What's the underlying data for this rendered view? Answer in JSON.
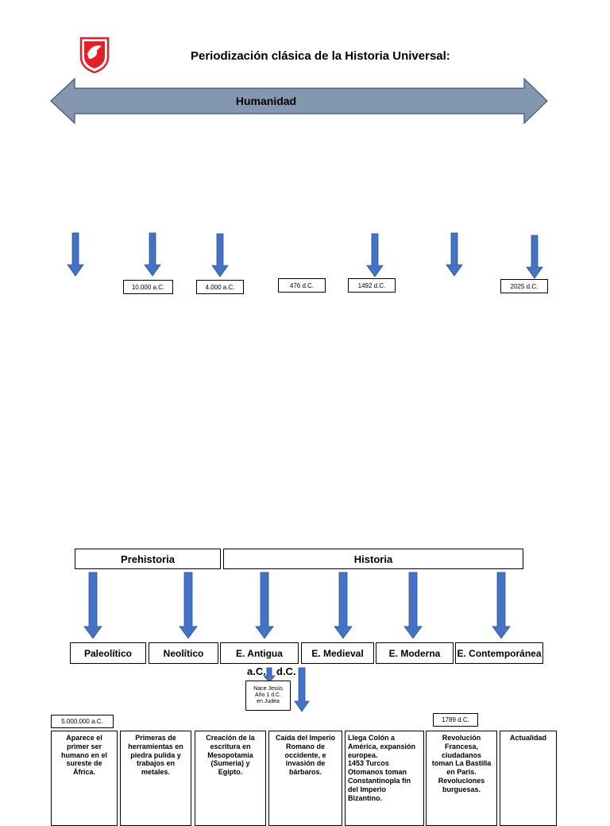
{
  "title": "Periodización clásica de la Historia Universal:",
  "banner_label": "Humanidad",
  "colors": {
    "arrow_blue": "#4472c4",
    "arrow_stroke": "#2f528f",
    "banner_fill": "#8497b0",
    "logo_red": "#e3202a"
  },
  "logo": {
    "icon": "dove-shield-logo"
  },
  "top_dates": [
    "10.000 a.C.",
    "4.000 a.C.",
    "476 d.C.",
    "1492 d.C.",
    "2025 d.C."
  ],
  "divisions": {
    "prehistoria": "Prehistoria",
    "historia": "Historia"
  },
  "eras": [
    "Paleolítico",
    "Neolítico",
    "E. Antigua",
    "E. Medieval",
    "E. Moderna",
    "E. Contemporánea"
  ],
  "ac_label": "a.C.",
  "dc_label": "d.C.",
  "jesus_note": [
    "Nace Jesús",
    "Año 1 d.C.",
    "en Judea"
  ],
  "bottom_dates": {
    "start": "5.000.000 a.C.",
    "revolution": "1789 d.C."
  },
  "descriptions": [
    [
      "Aparece el",
      "primer ser",
      "humano en el",
      "sureste de",
      "África."
    ],
    [
      "Primeras de",
      "herramientas en",
      "piedra pulida y",
      "trabajos en",
      "metales."
    ],
    [
      "Creación de la",
      "escritura en",
      "Mesopotamia",
      "(Sumeria) y",
      "Egipto."
    ],
    [
      "Caída del Imperio",
      "Romano de",
      "occidente, e",
      "invasión de",
      "bárbaros."
    ],
    [
      "Llega Colón a",
      "América, expansión",
      "europea.",
      " 1453 Turcos",
      "Otomanos toman",
      "Constantinopla fin",
      "del Imperio",
      "Bizantino."
    ],
    [
      "Revolución",
      "Francesa,",
      "ciudadanos",
      "toman La Bastilla",
      "en París.",
      "Revoluciones",
      "burguesas."
    ],
    [
      "Actualidad"
    ]
  ]
}
